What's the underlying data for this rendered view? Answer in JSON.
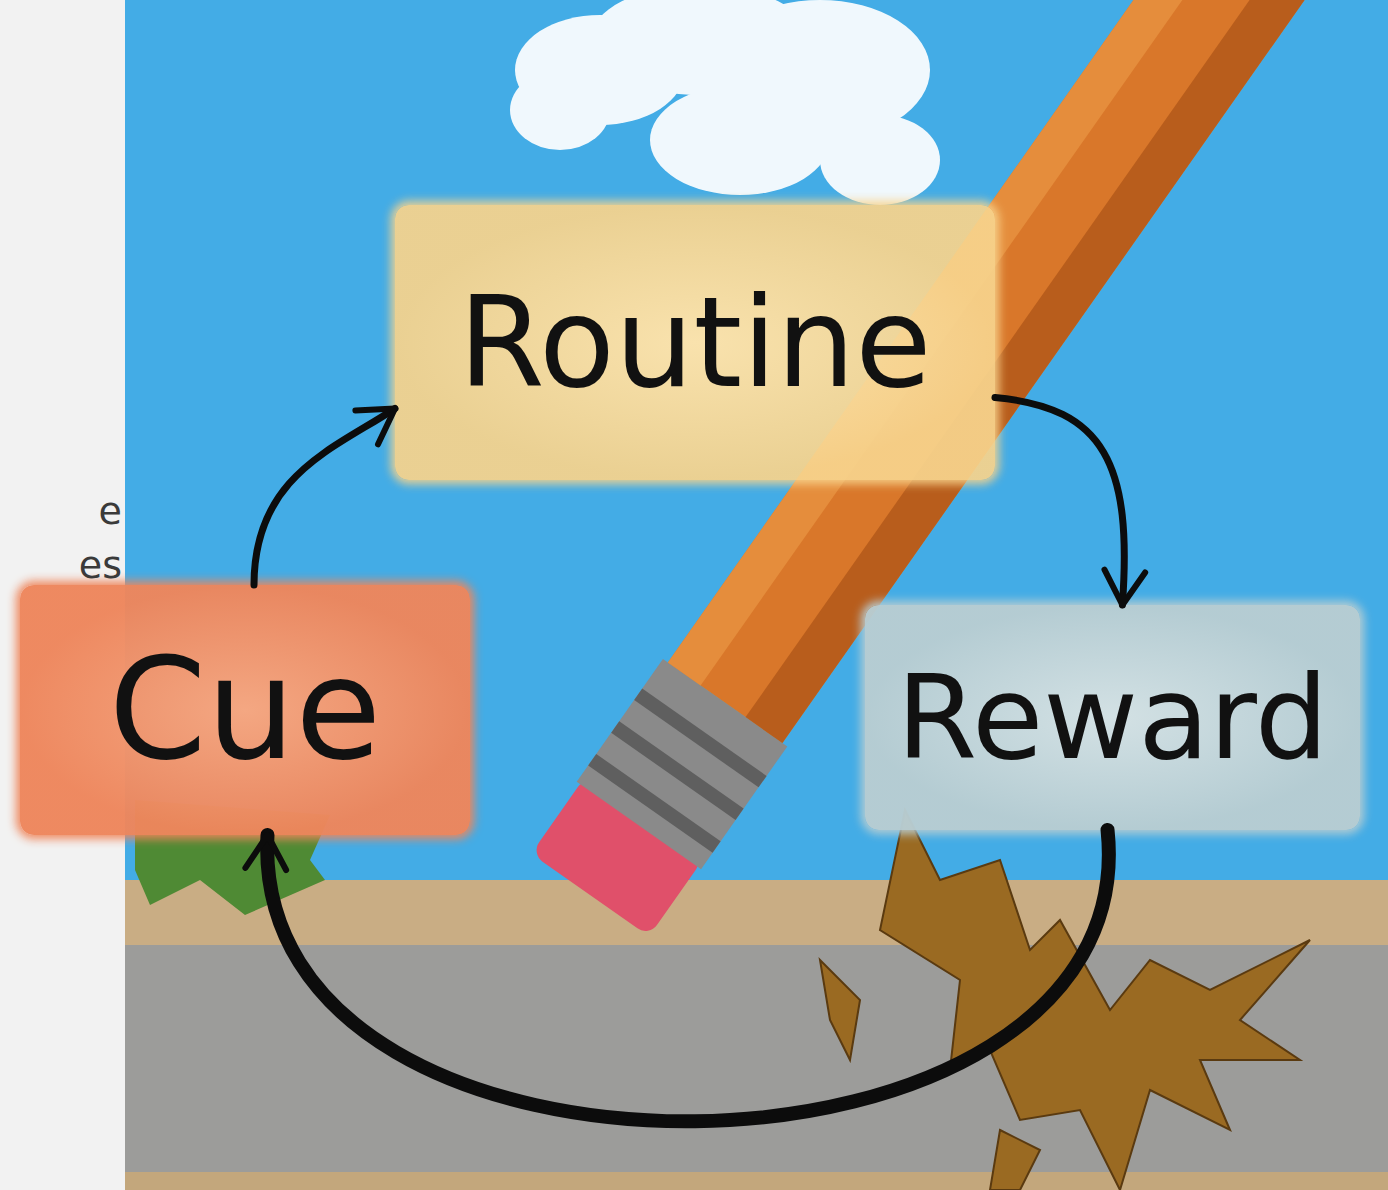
{
  "diagram": {
    "nodes": [
      {
        "text": [
          "Routine"
        ]
      },
      {
        "text": [
          "Cue"
        ]
      },
      {
        "text": [
          "Reward"
        ]
      }
    ],
    "edges": [
      {
        "from": 1,
        "to": 0,
        "arrow": "to"
      },
      {
        "from": 0,
        "to": 2,
        "arrow": "to"
      },
      {
        "from": 2,
        "to": 1,
        "arrow": "to"
      }
    ],
    "labels": [
      "e",
      "es"
    ]
  }
}
